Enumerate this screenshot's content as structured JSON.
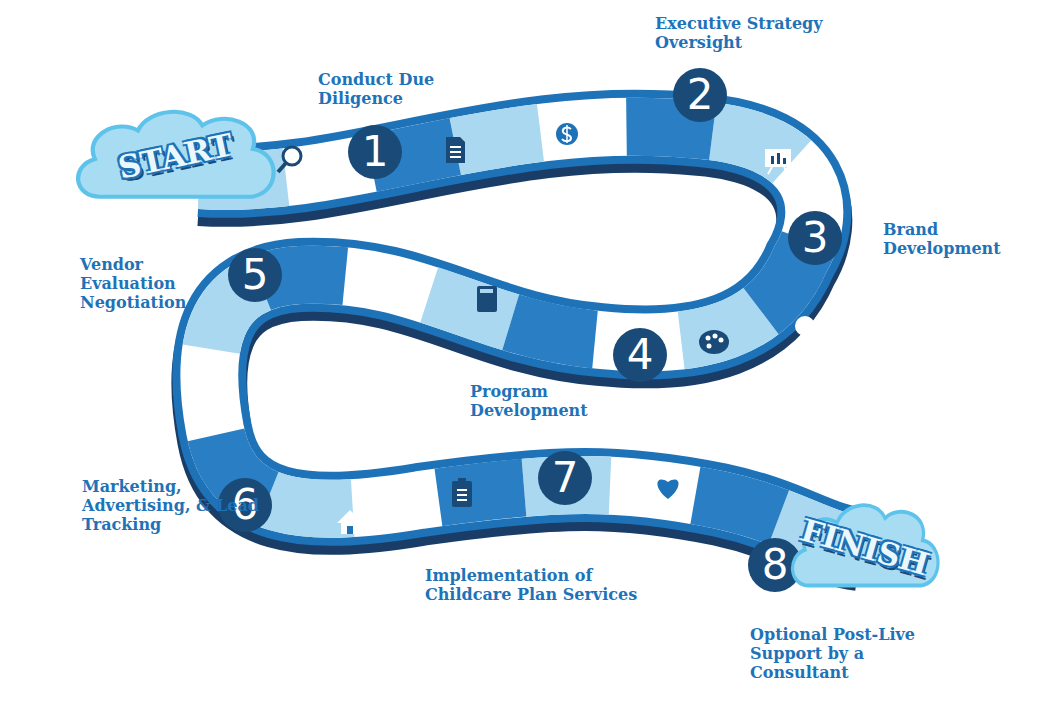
{
  "diagram": {
    "nodes": [
      {
        "text": [
          "START"
        ]
      },
      {
        "text": [
          "1",
          "Conduct Due Diligence"
        ]
      },
      {
        "text": [
          "2",
          "Executive Strategy Oversight"
        ]
      },
      {
        "text": [
          "3",
          "Brand Development"
        ]
      },
      {
        "text": [
          "4",
          "Program Development"
        ]
      },
      {
        "text": [
          "5",
          "Vendor Evaluation Negotiation"
        ]
      },
      {
        "text": [
          "6",
          "Marketing, Advertising, & Lead Tracking"
        ]
      },
      {
        "text": [
          "7",
          "Implementation of Childcare Plan Services"
        ]
      },
      {
        "text": [
          "8",
          "Optional Post-Live Support by a Consultant"
        ]
      },
      {
        "text": [
          "FINISH"
        ]
      }
    ]
  }
}
